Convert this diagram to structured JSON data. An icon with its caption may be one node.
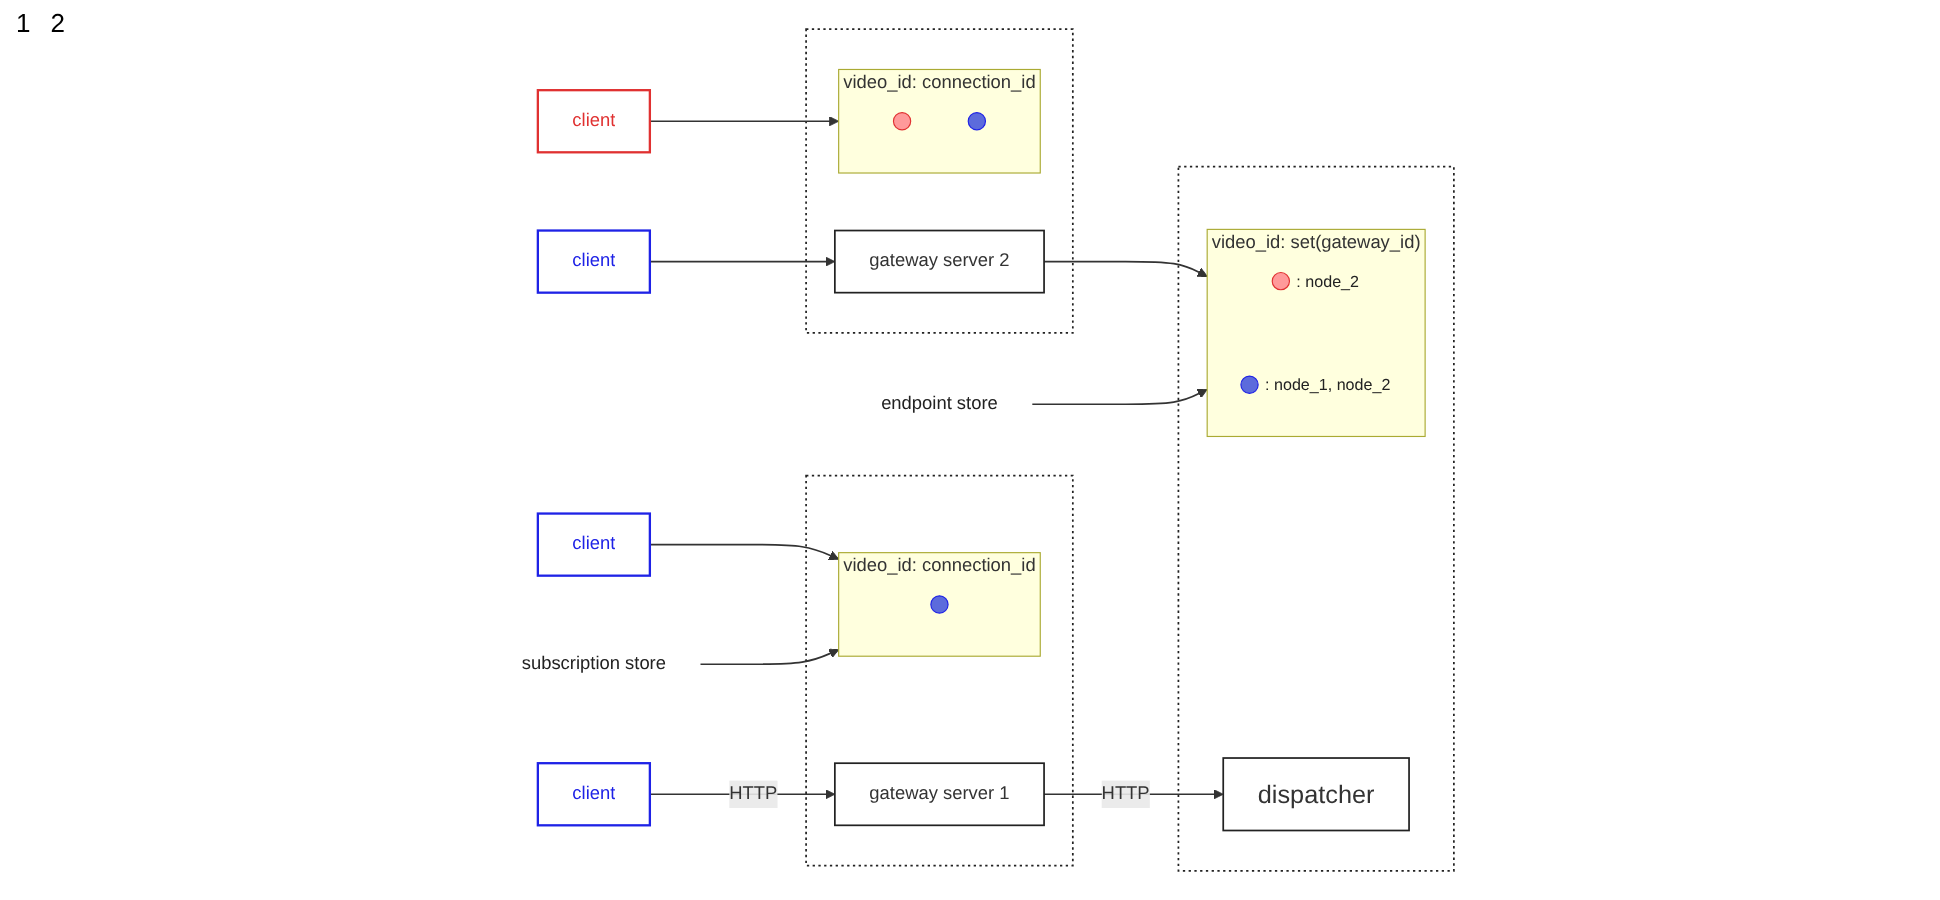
{
  "diagram": {
    "nodes": [
      {
        "text": [
          "client"
        ]
      },
      {
        "text": [
          "client"
        ]
      },
      {
        "text": [
          "client"
        ]
      },
      {
        "text": [
          "client"
        ]
      },
      {
        "text": [],
        "shape": "box"
      },
      {
        "text": [
          "gateway server 1"
        ],
        "in": 4
      },
      {
        "text": [
          "video_id: connection_id"
        ],
        "in": 4
      },
      {
        "text": [],
        "shape": "circle",
        "in": 6
      },
      {
        "text": [
          "subscription store"
        ]
      },
      {
        "text": [],
        "shape": "box"
      },
      {
        "text": [
          "gateway server 2"
        ],
        "in": 9
      },
      {
        "text": [
          "video_id: connection_id"
        ],
        "in": 9
      },
      {
        "text": [],
        "shape": "circle",
        "in": 11
      },
      {
        "text": [],
        "shape": "circle",
        "in": 11
      },
      {
        "text": [],
        "shape": "box"
      },
      {
        "text": [
          "dispatcher"
        ],
        "in": 14
      },
      {
        "text": [
          "video_id: set(gateway_id)"
        ],
        "in": 14
      },
      {
        "text": [],
        "shape": "circle",
        "in": 16,
        "beside": [
          ": node_2"
        ]
      },
      {
        "text": [],
        "shape": "circle",
        "in": 16,
        "beside": [
          ": node_1, node_2"
        ]
      },
      {
        "text": [
          "endpoint store"
        ]
      }
    ],
    "edges": [
      {
        "from": 0,
        "to": 5,
        "arrow": "to",
        "label": "HTTP"
      },
      {
        "from": 1,
        "to": 6,
        "arrow": "to"
      },
      {
        "from": 2,
        "to": 10,
        "arrow": "to"
      },
      {
        "from": 3,
        "to": 11,
        "arrow": "to"
      },
      {
        "from": 5,
        "to": 15,
        "arrow": "to",
        "label": "HTTP"
      },
      {
        "from": 10,
        "to": 16,
        "arrow": "to"
      },
      {
        "from": 8,
        "to": 6,
        "arrow": "to"
      },
      {
        "from": 19,
        "to": 16,
        "arrow": "to"
      }
    ],
    "labels": [
      "1",
      "2"
    ]
  }
}
